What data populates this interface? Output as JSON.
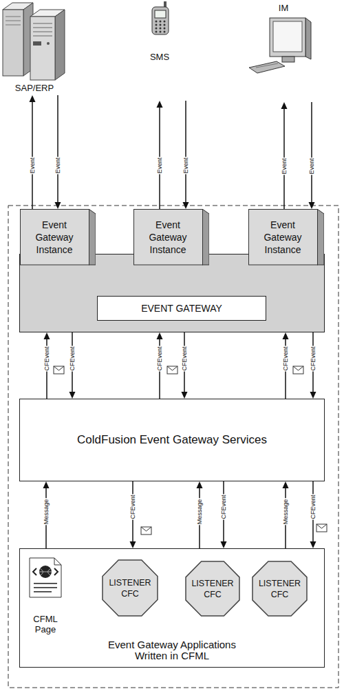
{
  "diagram": {
    "nodes": [
      {
        "text": [
          "SAP/ERP"
        ]
      },
      {
        "text": [
          "SMS"
        ]
      },
      {
        "text": [
          "IM"
        ]
      },
      {
        "text": [
          "Event Gateway Instance"
        ]
      },
      {
        "text": [
          "Event Gateway Instance"
        ]
      },
      {
        "text": [
          "Event Gateway Instance"
        ]
      },
      {
        "text": [
          "EVENT GATEWAY"
        ]
      },
      {
        "text": [
          "ColdFusion Event Gateway Services"
        ]
      },
      {
        "text": [
          "Event Gateway Applications Written in CFML"
        ]
      },
      {
        "text": [
          "CFML Page"
        ],
        "in": 8
      },
      {
        "text": [
          "LISTENER CFC"
        ],
        "in": 8
      },
      {
        "text": [
          "LISTENER CFC"
        ],
        "in": 8
      },
      {
        "text": [
          "LISTENER CFC"
        ],
        "in": 8
      }
    ],
    "edges": [
      {
        "from": 3,
        "to": 0,
        "label": "Event",
        "arrow": "to"
      },
      {
        "from": 0,
        "to": 3,
        "label": "Event",
        "arrow": "to"
      },
      {
        "from": 4,
        "to": 1,
        "label": "Event",
        "arrow": "to"
      },
      {
        "from": 1,
        "to": 4,
        "label": "Event",
        "arrow": "to"
      },
      {
        "from": 5,
        "to": 2,
        "label": "Event",
        "arrow": "to"
      },
      {
        "from": 2,
        "to": 5,
        "label": "Event",
        "arrow": "to"
      },
      {
        "from": 7,
        "to": 6,
        "label": "CFEvent",
        "arrow": "to"
      },
      {
        "from": 6,
        "to": 7,
        "label": "CFEvent",
        "arrow": "to"
      },
      {
        "from": 7,
        "to": 6,
        "label": "CFEvent",
        "arrow": "to"
      },
      {
        "from": 6,
        "to": 7,
        "label": "CFEvent",
        "arrow": "to"
      },
      {
        "from": 7,
        "to": 6,
        "label": "CFEvent",
        "arrow": "to"
      },
      {
        "from": 6,
        "to": 7,
        "label": "CFEvent",
        "arrow": "to"
      },
      {
        "from": 8,
        "to": 7,
        "label": "Message",
        "arrow": "to"
      },
      {
        "from": 7,
        "to": 8,
        "label": "CFEvent",
        "arrow": "to"
      },
      {
        "from": 8,
        "to": 7,
        "label": "Message",
        "arrow": "to"
      },
      {
        "from": 7,
        "to": 8,
        "label": "CFEvent",
        "arrow": "to"
      },
      {
        "from": 8,
        "to": 7,
        "label": "Message",
        "arrow": "to"
      },
      {
        "from": 7,
        "to": 8,
        "label": "CFEvent",
        "arrow": "to"
      }
    ]
  }
}
